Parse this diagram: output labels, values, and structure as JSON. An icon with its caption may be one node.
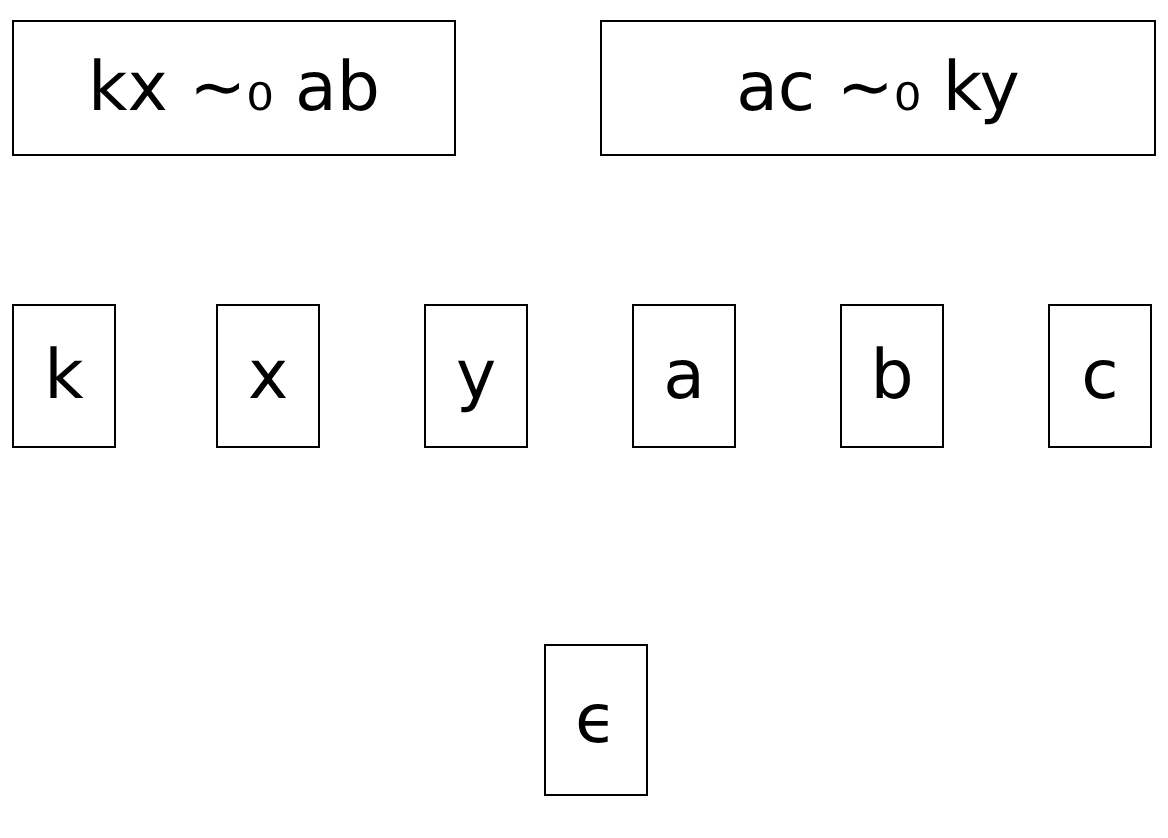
{
  "diagram": {
    "nodes": [
      {
        "text": [
          "kx ∼₀ ab"
        ]
      },
      {
        "text": [
          "ac ∼₀ ky"
        ]
      },
      {
        "text": [
          "k"
        ]
      },
      {
        "text": [
          "x"
        ]
      },
      {
        "text": [
          "y"
        ]
      },
      {
        "text": [
          "a"
        ]
      },
      {
        "text": [
          "b"
        ]
      },
      {
        "text": [
          "c"
        ]
      },
      {
        "text": [
          "ϵ"
        ]
      }
    ],
    "edges": []
  }
}
